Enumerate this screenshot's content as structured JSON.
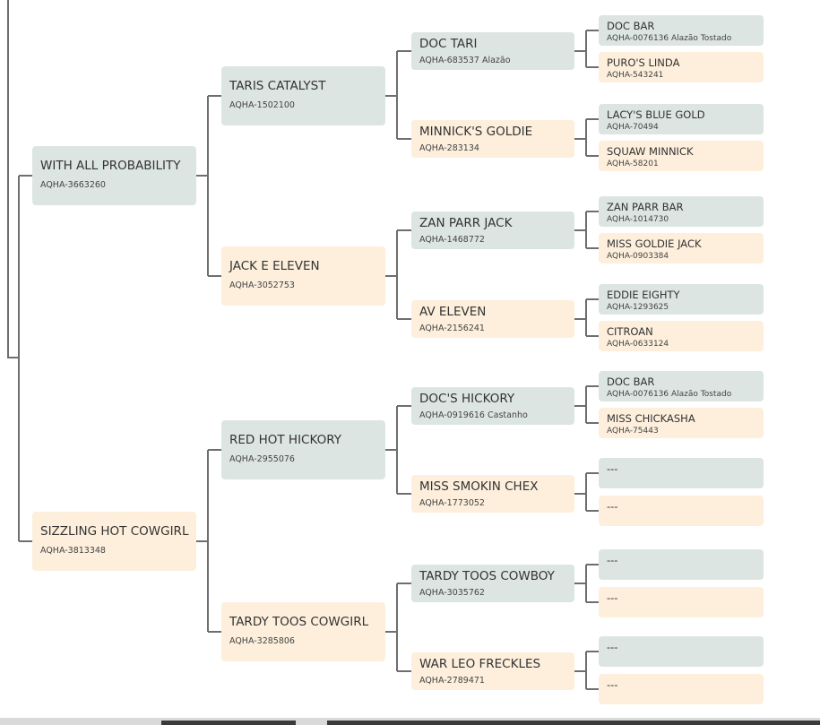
{
  "pedigree": {
    "g1": [
      {
        "name": "WITH ALL PROBABILITY",
        "reg": "AQHA-3663260",
        "sex": "m"
      },
      {
        "name": "SIZZLING HOT COWGIRL",
        "reg": "AQHA-3813348",
        "sex": "f"
      }
    ],
    "g2": [
      {
        "name": "TARIS CATALYST",
        "reg": "AQHA-1502100",
        "sex": "m"
      },
      {
        "name": "JACK E ELEVEN",
        "reg": "AQHA-3052753",
        "sex": "f"
      },
      {
        "name": "RED HOT HICKORY",
        "reg": "AQHA-2955076",
        "sex": "m"
      },
      {
        "name": "TARDY TOOS COWGIRL",
        "reg": "AQHA-3285806",
        "sex": "f"
      }
    ],
    "g3": [
      {
        "name": "DOC TARI",
        "reg": "AQHA-683537 Alazão",
        "sex": "m"
      },
      {
        "name": "MINNICK'S GOLDIE",
        "reg": "AQHA-283134",
        "sex": "f"
      },
      {
        "name": "ZAN PARR JACK",
        "reg": "AQHA-1468772",
        "sex": "m"
      },
      {
        "name": "AV ELEVEN",
        "reg": "AQHA-2156241",
        "sex": "f"
      },
      {
        "name": "DOC'S HICKORY",
        "reg": "AQHA-0919616 Castanho",
        "sex": "m"
      },
      {
        "name": "MISS SMOKIN CHEX",
        "reg": "AQHA-1773052",
        "sex": "f"
      },
      {
        "name": "TARDY TOOS COWBOY",
        "reg": "AQHA-3035762",
        "sex": "m"
      },
      {
        "name": "WAR LEO FRECKLES",
        "reg": "AQHA-2789471",
        "sex": "f"
      }
    ],
    "g4": [
      {
        "name": "DOC BAR",
        "reg": "AQHA-0076136 Alazão Tostado",
        "sex": "m"
      },
      {
        "name": "PURO'S LINDA",
        "reg": "AQHA-543241",
        "sex": "f"
      },
      {
        "name": "LACY'S BLUE GOLD",
        "reg": "AQHA-70494",
        "sex": "m"
      },
      {
        "name": "SQUAW MINNICK",
        "reg": "AQHA-58201",
        "sex": "f"
      },
      {
        "name": "ZAN PARR BAR",
        "reg": "AQHA-1014730",
        "sex": "m"
      },
      {
        "name": "MISS GOLDIE JACK",
        "reg": "AQHA-0903384",
        "sex": "f"
      },
      {
        "name": "EDDIE EIGHTY",
        "reg": "AQHA-1293625",
        "sex": "m"
      },
      {
        "name": "CITROAN",
        "reg": "AQHA-0633124",
        "sex": "f"
      },
      {
        "name": "DOC BAR",
        "reg": "AQHA-0076136 Alazão Tostado",
        "sex": "m"
      },
      {
        "name": "MISS CHICKASHA",
        "reg": "AQHA-75443",
        "sex": "f"
      },
      {
        "name": "---",
        "reg": "",
        "sex": "m"
      },
      {
        "name": "---",
        "reg": "",
        "sex": "f"
      },
      {
        "name": "---",
        "reg": "",
        "sex": "m"
      },
      {
        "name": "---",
        "reg": "",
        "sex": "f"
      },
      {
        "name": "---",
        "reg": "",
        "sex": "m"
      },
      {
        "name": "---",
        "reg": "",
        "sex": "f"
      }
    ]
  },
  "colors": {
    "male": "#dde5e2",
    "female": "#fdefdc",
    "connector": "#6e6e6e"
  }
}
